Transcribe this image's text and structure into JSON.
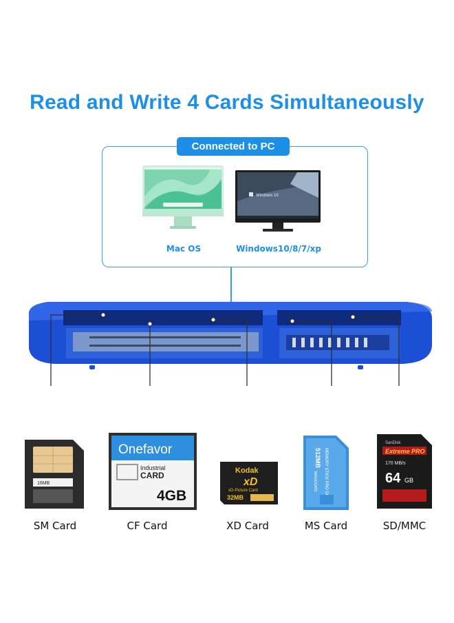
{
  "title": "Read and Write 4 Cards Simultaneously",
  "connected_tag": "Connected to PC",
  "computers": [
    {
      "label": "Mac OS",
      "icon": "imac-icon"
    },
    {
      "label": "Windows10/8/7/xp",
      "icon": "windows-monitor-icon",
      "screen_text": "Windows 10"
    }
  ],
  "cards": [
    {
      "label": "SM Card",
      "icon": "sm-card-icon",
      "card_text": "16MB"
    },
    {
      "label": "CF Card",
      "icon": "cf-card-icon",
      "brand": "Onefavor",
      "line1": "Industrial",
      "line2": "CARD",
      "capacity": "4GB"
    },
    {
      "label": "XD Card",
      "icon": "xd-card-icon",
      "brand": "Kodak",
      "logo": "xD",
      "sub": "xD-Picture Card",
      "capacity": "32MB"
    },
    {
      "label": "MS Card",
      "icon": "ms-card-icon",
      "capacity": "512MB",
      "text": "MEMORY STICK PRO DUO",
      "brand": "MAGICGATE"
    },
    {
      "label": "SD/MMC",
      "icon": "sd-card-icon",
      "brand": "SanDisk",
      "line1": "Extreme PRO",
      "speed": "170 MB/s",
      "capacity": "64",
      "unit": "GB"
    }
  ],
  "colors": {
    "accent": "#1e8fe6",
    "reader_blue": "#1d4fd6"
  }
}
